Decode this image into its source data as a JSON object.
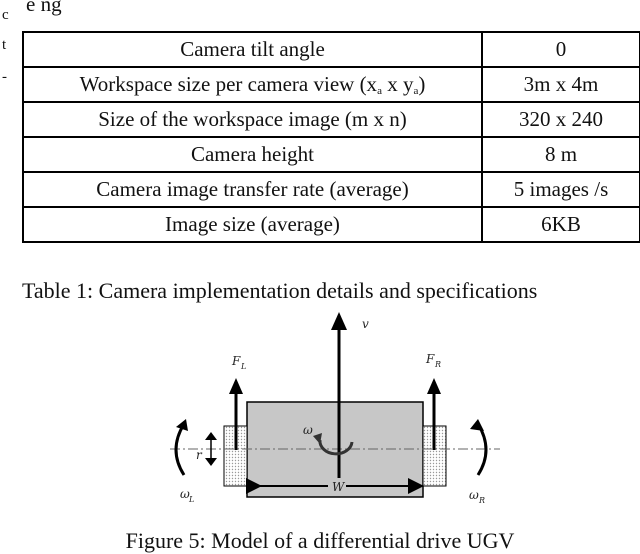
{
  "top_fragment": "e ng",
  "edge_marks": [
    "c",
    "t",
    "-"
  ],
  "table": {
    "rows": [
      {
        "param": "Camera tilt angle",
        "value": "0"
      },
      {
        "param_prefix": "Workspace size per camera view (x",
        "param_sub1": "a",
        "param_mid": " x y",
        "param_sub2": "a",
        "param_suffix": ")",
        "value": "3m x 4m"
      },
      {
        "param": "Size of the workspace image (m x n)",
        "value": "320 x 240"
      },
      {
        "param": "Camera height",
        "value": "8 m"
      },
      {
        "param": "Camera image transfer rate (average)",
        "value": "5 images /s"
      },
      {
        "param": "Image size (average)",
        "value": "6KB"
      }
    ]
  },
  "table_caption": "Table 1: Camera implementation details and specifications",
  "figure": {
    "labels": {
      "v": "v",
      "fl": "F",
      "fl_sub": "L",
      "fr": "F",
      "fr_sub": "R",
      "omega": "ω",
      "r": "r",
      "w": "W",
      "omega_l": "ω",
      "omega_l_sub": "L",
      "omega_r": "ω",
      "omega_r_sub": "R"
    }
  },
  "figure_caption": "Figure 5: Model of a differential drive UGV"
}
